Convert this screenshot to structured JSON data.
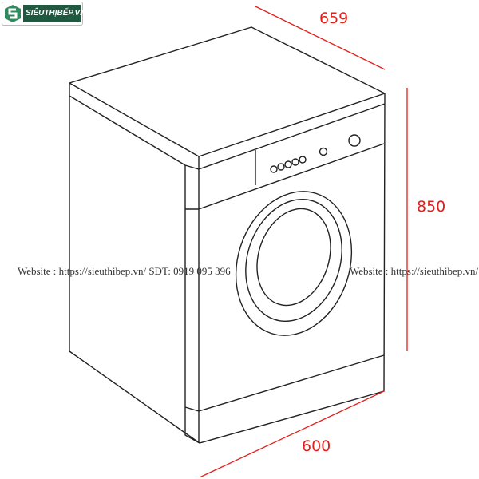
{
  "logo": {
    "text": "SIÊUTHỊBẾP.VN"
  },
  "dimensions": {
    "depth": "659",
    "height": "850",
    "width": "600"
  },
  "watermark": {
    "left": "Website : https://sieuthibep.vn/   SDT: 0919 095 396",
    "right": "Website : https://sieuthibep.vn/"
  },
  "colors": {
    "dimension": "#e0201b",
    "line": "#222222",
    "logo": "#1f5a40"
  }
}
